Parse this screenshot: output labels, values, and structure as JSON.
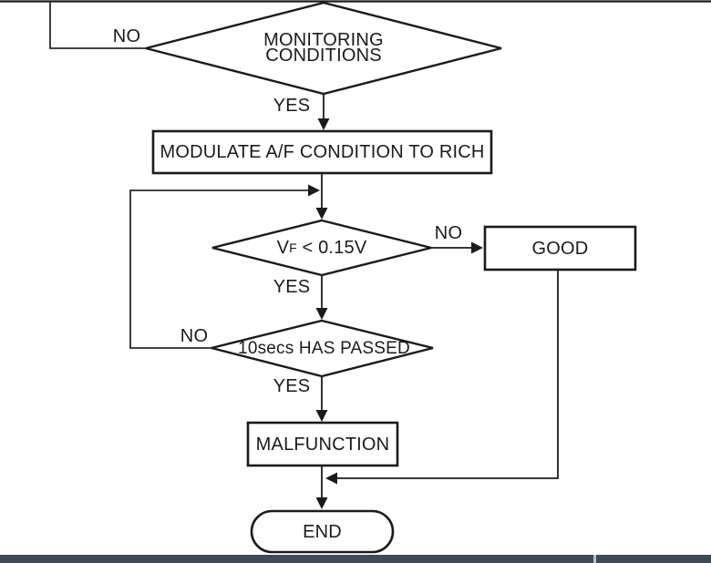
{
  "flowchart": {
    "decision_monitoring": {
      "line1": "MONITORING",
      "line2": "CONDITIONS",
      "no": "NO",
      "yes": "YES"
    },
    "process_modulate": {
      "label": "MODULATE A/F CONDITION TO RICH"
    },
    "decision_vf": {
      "base": "V",
      "subscript": "F",
      "condition": " < 0.15V",
      "no": "NO",
      "yes": "YES"
    },
    "result_good": {
      "label": "GOOD"
    },
    "decision_10secs": {
      "label": "10secs HAS PASSED",
      "no": "NO",
      "yes": "YES"
    },
    "process_malfunction": {
      "label": "MALFUNCTION"
    },
    "terminal_end": {
      "label": "END"
    }
  },
  "colors": {
    "line": "#1b1b1b",
    "background": "#ffffff",
    "footer_bar": "#3e4a54",
    "footer_divider": "#b9c3cb"
  }
}
